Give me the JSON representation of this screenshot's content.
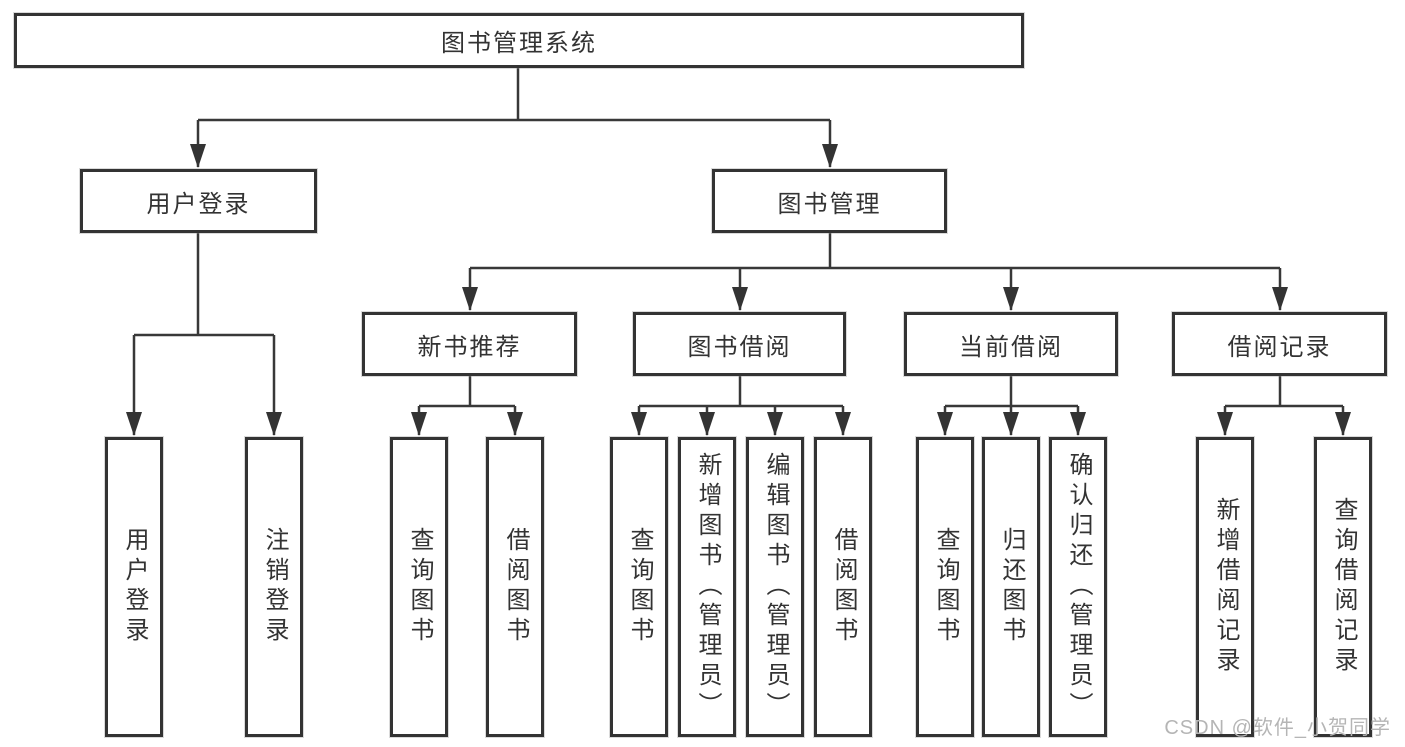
{
  "diagram": {
    "colors": {
      "line": "#383838",
      "box_border": "#333333",
      "text": "#333333",
      "watermark": "#b5b5b5",
      "background": "#ffffff"
    },
    "nodes": {
      "root": {
        "label": "图书管理系统"
      },
      "user_login": {
        "label": "用户登录"
      },
      "book_management": {
        "label": "图书管理"
      },
      "new_books": {
        "label": "新书推荐"
      },
      "book_borrow": {
        "label": "图书借阅"
      },
      "current_borrow": {
        "label": "当前借阅"
      },
      "borrow_records": {
        "label": "借阅记录"
      }
    },
    "leaves": {
      "user_login": [
        "用户登录",
        "注销登录"
      ],
      "new_books": [
        "查询图书",
        "借阅图书"
      ],
      "book_borrow": [
        "查询图书",
        "新增图书（管理员）",
        "编辑图书（管理员）",
        "借阅图书"
      ],
      "current_borrow": [
        "查询图书",
        "归还图书",
        "确认归还（管理员）"
      ],
      "borrow_records": [
        "新增借阅记录",
        "查询借阅记录"
      ]
    },
    "watermark": "CSDN @软件_小贺同学"
  }
}
